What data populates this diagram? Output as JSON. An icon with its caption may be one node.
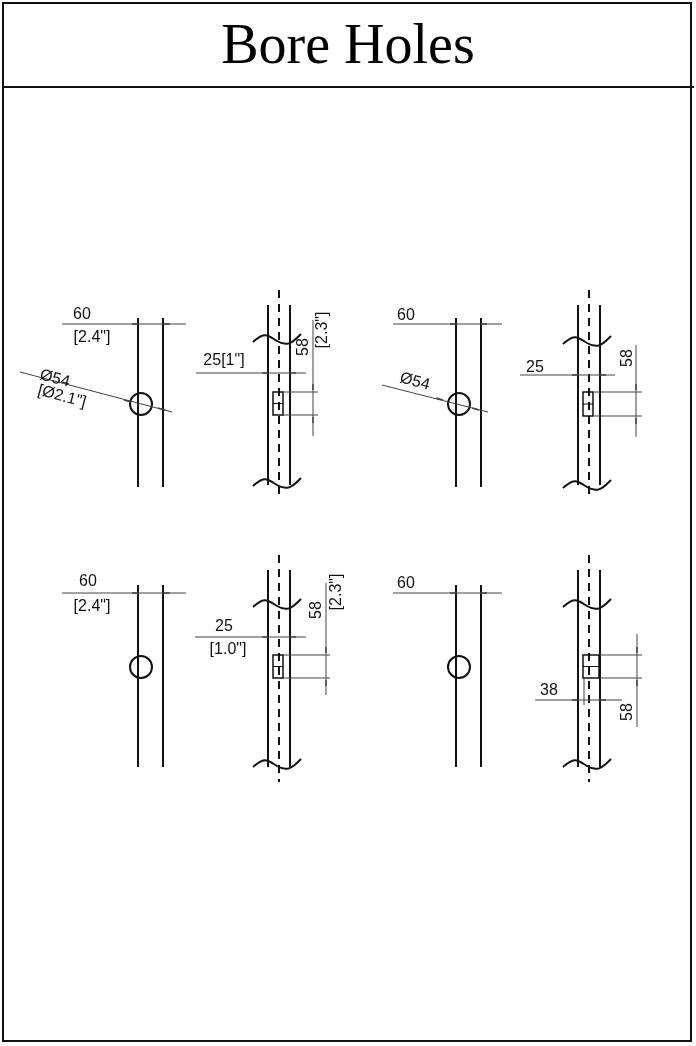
{
  "diagram": {
    "title": "Bore Holes",
    "labels": [
      "60",
      "[2.4\"]",
      "Ø54",
      "[Ø2.1\"]",
      "25[1\"]",
      "58",
      "[2.3\"]",
      "60",
      "Ø54",
      "25",
      "58",
      "60",
      "[2.4\"]",
      "25",
      "[1.0\"]",
      "58",
      "[2.3\"]",
      "60",
      "38",
      "58"
    ]
  }
}
